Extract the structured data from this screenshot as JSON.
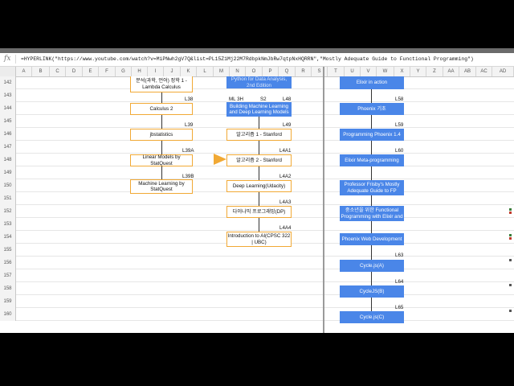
{
  "formula_bar": {
    "icon": "fx",
    "formula": "=HYPERLINK(\"https://www.youtube.com/watch?v=MiPNwh2gV7Q&list=PL15Z1Mj22M7RdbpkNmJbRw7qtpNxHQRRN\",\"Mostly Adequate Guide to Functional Programming\")"
  },
  "columns": [
    "A",
    "B",
    "C",
    "D",
    "E",
    "F",
    "G",
    "H",
    "I",
    "J",
    "K",
    "L",
    "M",
    "N",
    "O",
    "P",
    "Q",
    "R",
    "S",
    "T",
    "U",
    "V",
    "W",
    "X",
    "Y",
    "Z",
    "AA",
    "AB",
    "AC",
    "AD"
  ],
  "rows": [
    "142",
    "143",
    "144",
    "145",
    "146",
    "147",
    "148",
    "149",
    "150",
    "151",
    "152",
    "153",
    "154",
    "155",
    "156",
    "157",
    "158",
    "159",
    "160"
  ],
  "left_track": {
    "items": [
      {
        "label": "분석(과학, 언어) 정학 1 - Lambda Calculus"
      },
      {
        "tag": "L38",
        "label": "Calculus 2"
      },
      {
        "tag": "L39",
        "label": "jbstatistics"
      },
      {
        "tag": "L39A",
        "label": "Linear Models by StatQuest"
      },
      {
        "tag": "L39B",
        "label": "Machine Learning by StatQuest"
      }
    ]
  },
  "middle_track": {
    "top_box": "Python for Data Analysis, 2nd Edition",
    "header_left": "ML 3H",
    "header_mid": "S2",
    "header_right": "L48",
    "highlight": "Building Machine Learning and Deep Learning Models",
    "items": [
      {
        "tag": "L49",
        "label": "알고리즘 1 - Stanford"
      },
      {
        "tag": "L4A1",
        "label": "알고리즘 2 - Stanford"
      },
      {
        "tag": "L4A2",
        "label": "Deep Learning(Udacity)"
      },
      {
        "tag": "L4A3",
        "label": "다이나믹 프로그래밍(DP)"
      },
      {
        "tag": "L4A4",
        "label": "Introduction to AI(CPSC 322 | UBC)"
      }
    ]
  },
  "right_track": {
    "items": [
      {
        "tag": "",
        "label": "Elixir in action"
      },
      {
        "tag": "L58",
        "label": "Phoenix 기초"
      },
      {
        "tag": "L59",
        "label": "Programming Phoenix 1.4"
      },
      {
        "tag": "L60",
        "label": "Elixir Meta-programming"
      },
      {
        "tag": "",
        "label": "Professor Frisby's Mostly Adequate Guide to FP"
      },
      {
        "tag": "",
        "label": "중소년을 위한 Functional Programming with Elixir and"
      },
      {
        "tag": "",
        "label": "Phoenix Web Development"
      },
      {
        "tag": "L63",
        "label": "Cycle.js(A)"
      },
      {
        "tag": "L64",
        "label": "CycleJS(B)"
      },
      {
        "tag": "L65",
        "label": "Cycle.js(C)"
      }
    ]
  },
  "colors": {
    "orange": "#f1a935",
    "blue": "#4a86e8"
  }
}
